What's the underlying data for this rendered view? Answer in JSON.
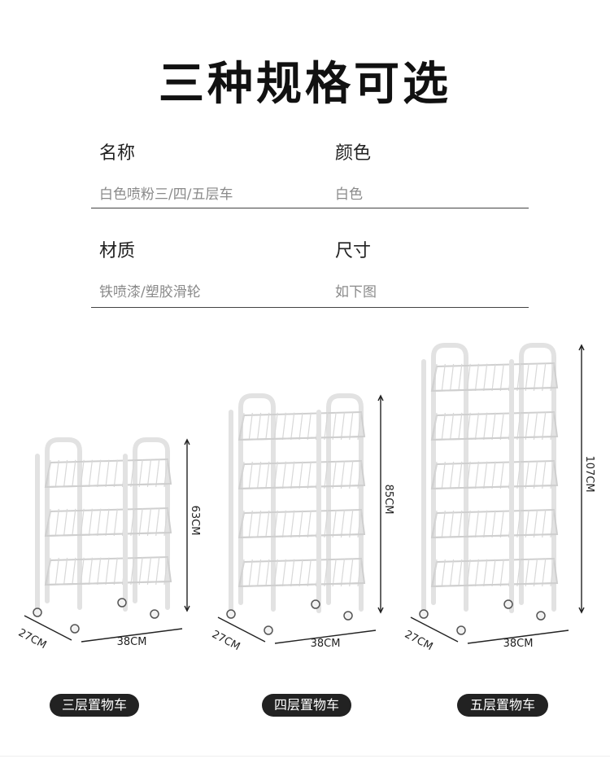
{
  "title": "三种规格可选",
  "specs": [
    {
      "label": "名称",
      "value": "白色喷粉三/四/五层车"
    },
    {
      "label": "颜色",
      "value": "白色"
    },
    {
      "label": "材质",
      "value": "铁喷漆/塑胶滑轮"
    },
    {
      "label": "尺寸",
      "value": "如下图"
    }
  ],
  "products": [
    {
      "name": "三层置物车",
      "tiers": 3,
      "height": "63CM",
      "width": "38CM",
      "depth": "27CM"
    },
    {
      "name": "四层置物车",
      "tiers": 4,
      "height": "85CM",
      "width": "38CM",
      "depth": "27CM"
    },
    {
      "name": "五层置物车",
      "tiers": 5,
      "height": "107CM",
      "width": "38CM",
      "depth": "27CM"
    }
  ],
  "colors": {
    "frame": "#e2e2e2",
    "badge": "#222222",
    "text_muted": "#8a8a8a"
  }
}
